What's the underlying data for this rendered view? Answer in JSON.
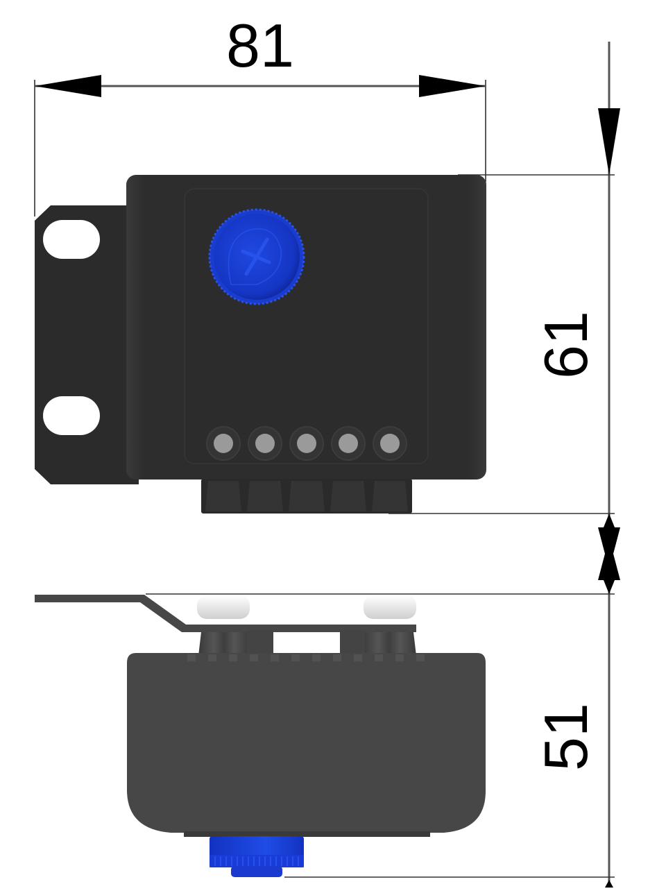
{
  "drawing": {
    "type": "dimension drawing",
    "units": "mm",
    "views": [
      "top-view",
      "side-view"
    ]
  },
  "dimensions": {
    "width": "81",
    "height_top_view": "61",
    "height_side_view": "51"
  },
  "components": {
    "housing_color": "#2d2d2d",
    "housing_side_color": "#474747",
    "bracket_color": "#2b2b2b",
    "knob_color": "#1a3fd0",
    "knob_dark_color": "#0f2aa8",
    "terminal_color": "#9a9a9a",
    "terminal_count": 5,
    "mounting_holes": 2,
    "side_posts": 2,
    "post_cap_color": "#eeeeee"
  },
  "dimension_lines": {
    "line_color": "#333333",
    "arrow_color": "#000000"
  }
}
